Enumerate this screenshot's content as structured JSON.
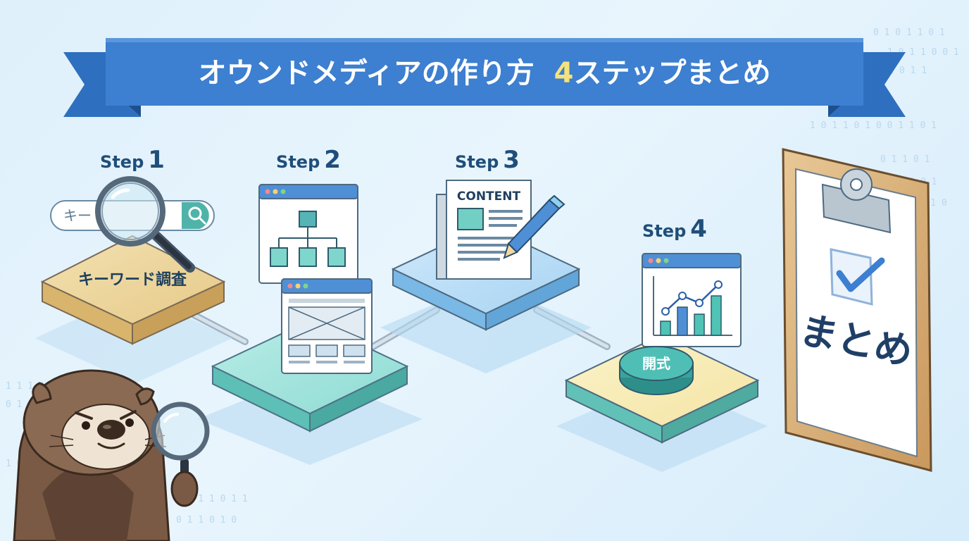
{
  "banner": {
    "title_main": "オウンドメディアの作り方",
    "title_number": "4",
    "title_tail": "ステップまとめ"
  },
  "steps": [
    {
      "word": "Step",
      "number": "1",
      "platform_label": "キーワード調査",
      "search_text": "キー"
    },
    {
      "word": "Step",
      "number": "2"
    },
    {
      "word": "Step",
      "number": "3",
      "doc_title": "CONTENT"
    },
    {
      "word": "Step",
      "number": "4",
      "button_label": "開式"
    }
  ],
  "summary": {
    "label": "まとめ"
  },
  "colors": {
    "banner": "#3d7fd0",
    "banner_dark": "#2a5fa6",
    "accent_yellow": "#f6e27a",
    "teal": "#5cc7c0",
    "wood": "#e8cf97",
    "navy": "#1f4e79"
  }
}
